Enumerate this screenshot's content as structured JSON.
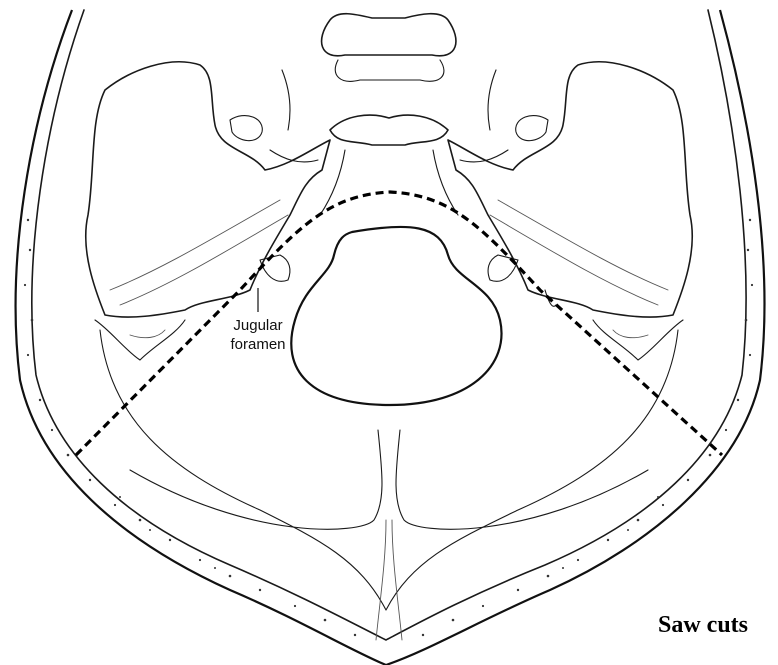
{
  "figure": {
    "label_jugular_line1": "Jugular",
    "label_jugular_line2": "foramen",
    "caption": "Saw cuts"
  }
}
